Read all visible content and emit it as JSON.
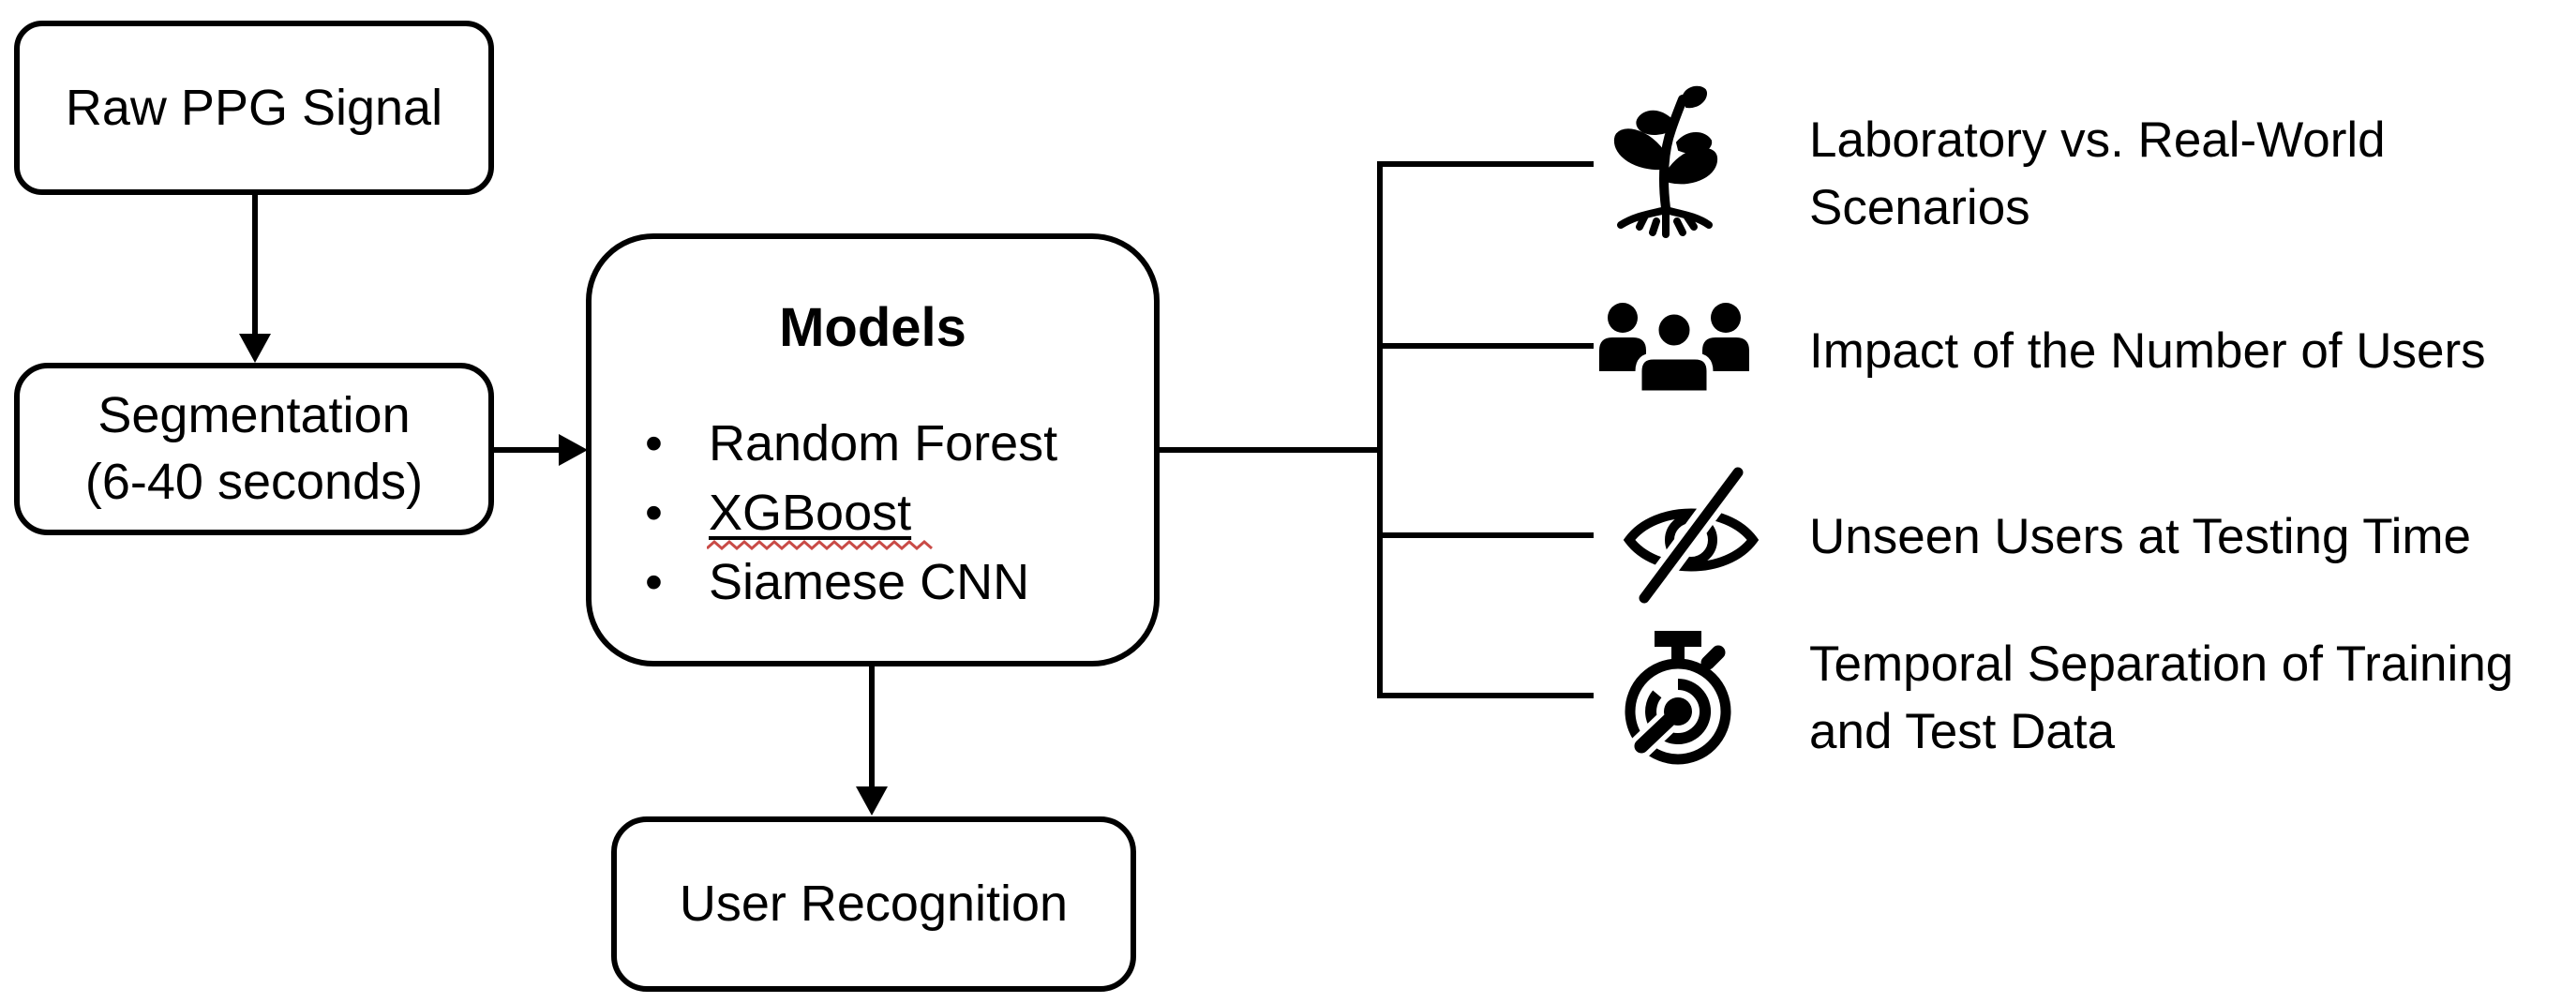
{
  "diagram": {
    "nodes": {
      "raw_ppg": {
        "label": "Raw PPG Signal"
      },
      "segmentation": {
        "label_line1": "Segmentation",
        "label_line2": "(6-40 seconds)"
      },
      "models": {
        "title": "Models",
        "items": [
          {
            "label": "Random Forest"
          },
          {
            "label": "XGBoost",
            "spellcheck_underline": true
          },
          {
            "label": "Siamese CNN"
          }
        ]
      },
      "user_recognition": {
        "label": "User Recognition"
      }
    },
    "evaluation_aspects": [
      {
        "icon": "plant-icon",
        "line1": "Laboratory vs. Real-World",
        "line2": "Scenarios"
      },
      {
        "icon": "people-icon",
        "line1": "Impact of the Number of Users",
        "line2": ""
      },
      {
        "icon": "eye-slash-icon",
        "line1": "Unseen Users at Testing Time",
        "line2": ""
      },
      {
        "icon": "stopwatch-icon",
        "line1": "Temporal Separation of Training",
        "line2": "and Test Data"
      }
    ],
    "colors": {
      "ink": "#000000",
      "background": "#ffffff",
      "spellcheck_squiggle": "#c94b47"
    }
  }
}
